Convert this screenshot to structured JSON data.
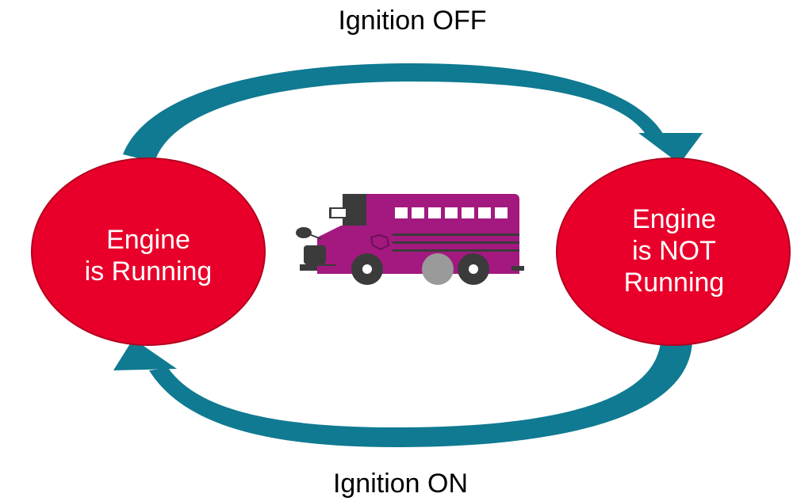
{
  "transitions": {
    "top_label": "Ignition OFF",
    "bottom_label": "Ignition ON"
  },
  "states": {
    "left": {
      "lines": [
        "Engine",
        "is Running"
      ]
    },
    "right": {
      "lines": [
        "Engine",
        "is NOT",
        "Running"
      ]
    }
  },
  "colors": {
    "state_fill": "#e8002a",
    "state_outline": "#b4001f",
    "arrow": "#0f7a91",
    "arrow_dark": "#0a5d6f",
    "bus_body": "#a3197f",
    "bus_dark": "#3b3b3b",
    "bus_window": "#ffffff"
  },
  "icons": {
    "center": "school-bus-icon"
  }
}
